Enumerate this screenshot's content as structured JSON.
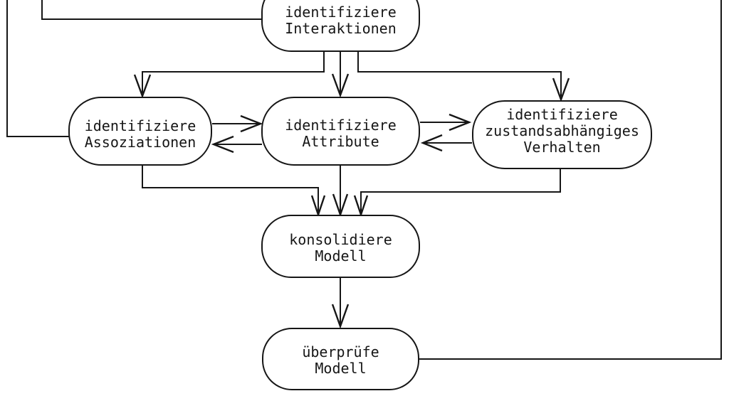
{
  "diagram": {
    "colors": {
      "stroke": "#161616",
      "background": "#ffffff"
    },
    "nodes": {
      "interaktionen": {
        "lines": [
          "identifiziere",
          "Interaktionen"
        ]
      },
      "assoziationen": {
        "lines": [
          "identifiziere",
          "Assoziationen"
        ]
      },
      "attribute": {
        "lines": [
          "identifiziere",
          "Attribute"
        ]
      },
      "verhalten": {
        "lines": [
          "identifiziere",
          "zustandsabhängiges",
          "Verhalten"
        ]
      },
      "konsolidiere": {
        "lines": [
          "konsolidiere",
          "Modell"
        ]
      },
      "ueberpruefe": {
        "lines": [
          "überprüfe",
          "Modell"
        ]
      }
    },
    "edges": [
      {
        "from": "offscreen-top",
        "to": "identifiziere Assoziationen",
        "arrowhead": false
      },
      {
        "from": "offscreen-top",
        "to": "identifiziere Interaktionen",
        "arrowhead": false
      },
      {
        "from": "identifiziere Interaktionen",
        "to": "identifiziere Assoziationen",
        "arrowhead": true
      },
      {
        "from": "identifiziere Interaktionen",
        "to": "identifiziere Attribute",
        "arrowhead": true
      },
      {
        "from": "identifiziere Interaktionen",
        "to": "identifiziere zustandsabhängiges Verhalten",
        "arrowhead": true
      },
      {
        "from": "identifiziere Assoziationen",
        "to": "identifiziere Attribute",
        "arrowhead": true
      },
      {
        "from": "identifiziere Attribute",
        "to": "identifiziere Assoziationen",
        "arrowhead": true
      },
      {
        "from": "identifiziere Attribute",
        "to": "identifiziere zustandsabhängiges Verhalten",
        "arrowhead": true
      },
      {
        "from": "identifiziere zustandsabhängiges Verhalten",
        "to": "identifiziere Attribute",
        "arrowhead": true
      },
      {
        "from": "identifiziere Assoziationen",
        "to": "konsolidiere Modell",
        "arrowhead": true
      },
      {
        "from": "identifiziere Attribute",
        "to": "konsolidiere Modell",
        "arrowhead": true
      },
      {
        "from": "identifiziere zustandsabhängiges Verhalten",
        "to": "konsolidiere Modell",
        "arrowhead": true
      },
      {
        "from": "konsolidiere Modell",
        "to": "überprüfe Modell",
        "arrowhead": true
      },
      {
        "from": "überprüfe Modell",
        "to": "offscreen-top",
        "arrowhead": false
      }
    ]
  }
}
